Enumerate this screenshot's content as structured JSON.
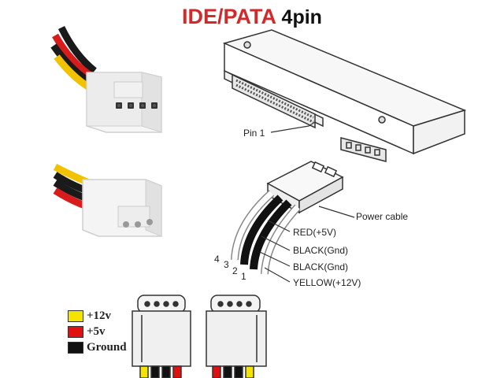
{
  "title": {
    "main": "IDE/PATA",
    "sub": "4pin"
  },
  "labels": {
    "pin1": "Pin 1",
    "power_cable": "Power cable",
    "wire_red": "RED(+5V)",
    "wire_black1": "BLACK(Gnd)",
    "wire_black2": "BLACK(Gnd)",
    "wire_yellow": "YELLOW(+12V)",
    "wire_numbers": [
      "4",
      "3",
      "2",
      "1"
    ]
  },
  "legend": [
    {
      "label": "+12v",
      "color": "#f5e400"
    },
    {
      "label": "+5v",
      "color": "#e01010"
    },
    {
      "label": "Ground",
      "color": "#111111"
    }
  ],
  "colors": {
    "title_red": "#d22a2a",
    "wire_yellow": "#f2c200",
    "wire_red": "#d81c1c",
    "wire_black": "#1a1a1a",
    "connector_white": "#f4f4f4"
  }
}
